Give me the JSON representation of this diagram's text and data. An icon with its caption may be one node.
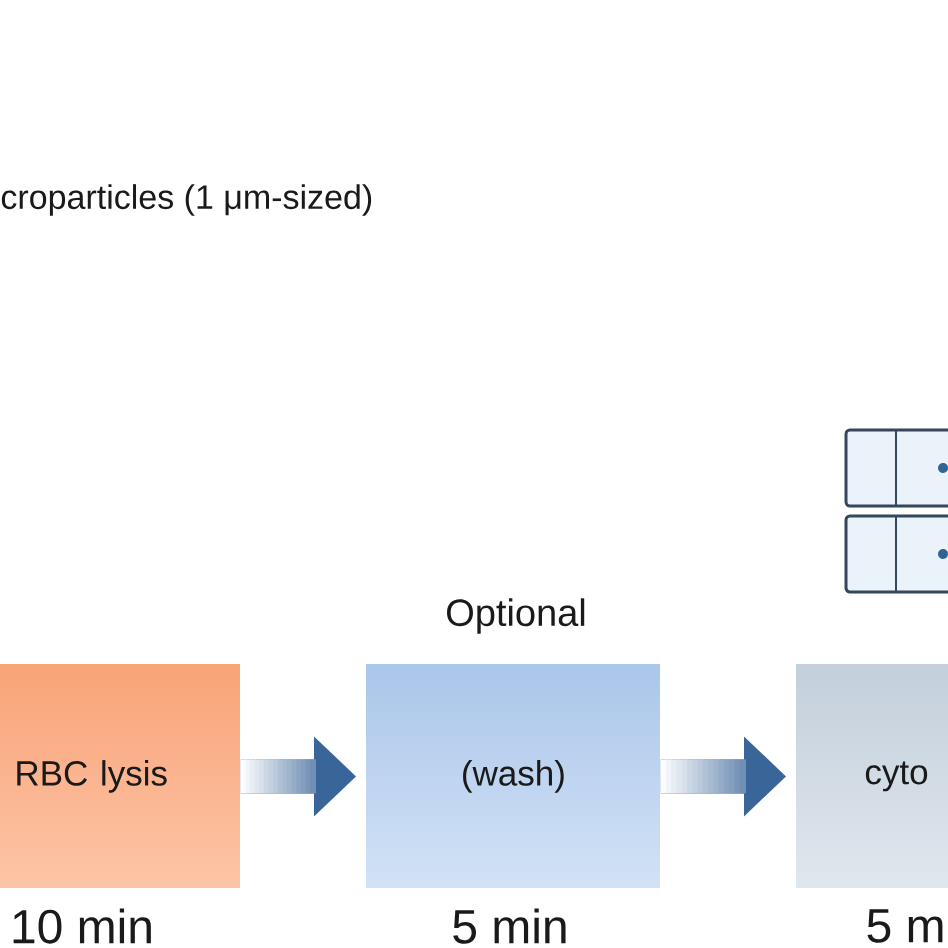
{
  "diagram": {
    "nodes": [
      {
        "text": [
          "RBC lysis"
        ],
        "beside": [
          "10 min"
        ]
      },
      {
        "text": [
          "(wash)"
        ],
        "beside": [
          "Optional",
          "5 min"
        ]
      },
      {
        "text": [
          "cyto"
        ],
        "beside": [
          "5 m"
        ]
      }
    ],
    "edges": [
      {
        "from": 0,
        "to": 1,
        "arrow": "to"
      },
      {
        "from": 1,
        "to": 2,
        "arrow": "to"
      }
    ],
    "labels": [
      "croparticles (1 μm-sized)"
    ]
  }
}
